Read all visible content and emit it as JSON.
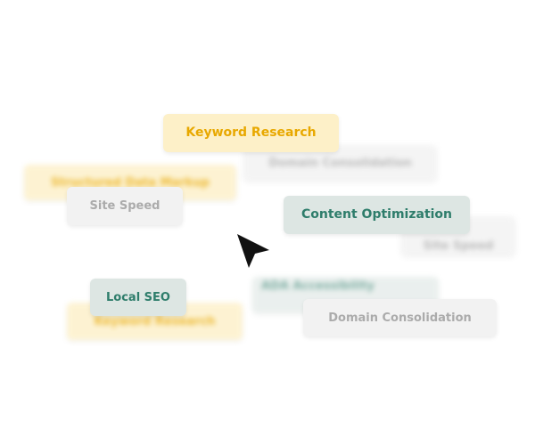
{
  "tags": {
    "keyword_research": "Keyword Research",
    "domain_consolidation_blurred": "Domain Consolidation",
    "structured_data_blurred": "Structured Data Markup",
    "site_speed": "Site Speed",
    "content_optimization": "Content Optimization",
    "site_speed_blurred": "Site Speed",
    "local_seo": "Local SEO",
    "ada_blurred": "ADA Accessibility",
    "keyword_research_blurred": "Keyword Research",
    "domain_consolidation": "Domain Consolidation"
  },
  "colors": {
    "yellow_bg": "#fdf0c8",
    "yellow_text": "#e8a800",
    "gray_bg": "#f2f2f2",
    "gray_text": "#ababab",
    "teal_bg": "#dde6e3",
    "teal_text": "#2e7d6b"
  },
  "icons": {
    "cursor": "cursor-arrow-icon"
  }
}
